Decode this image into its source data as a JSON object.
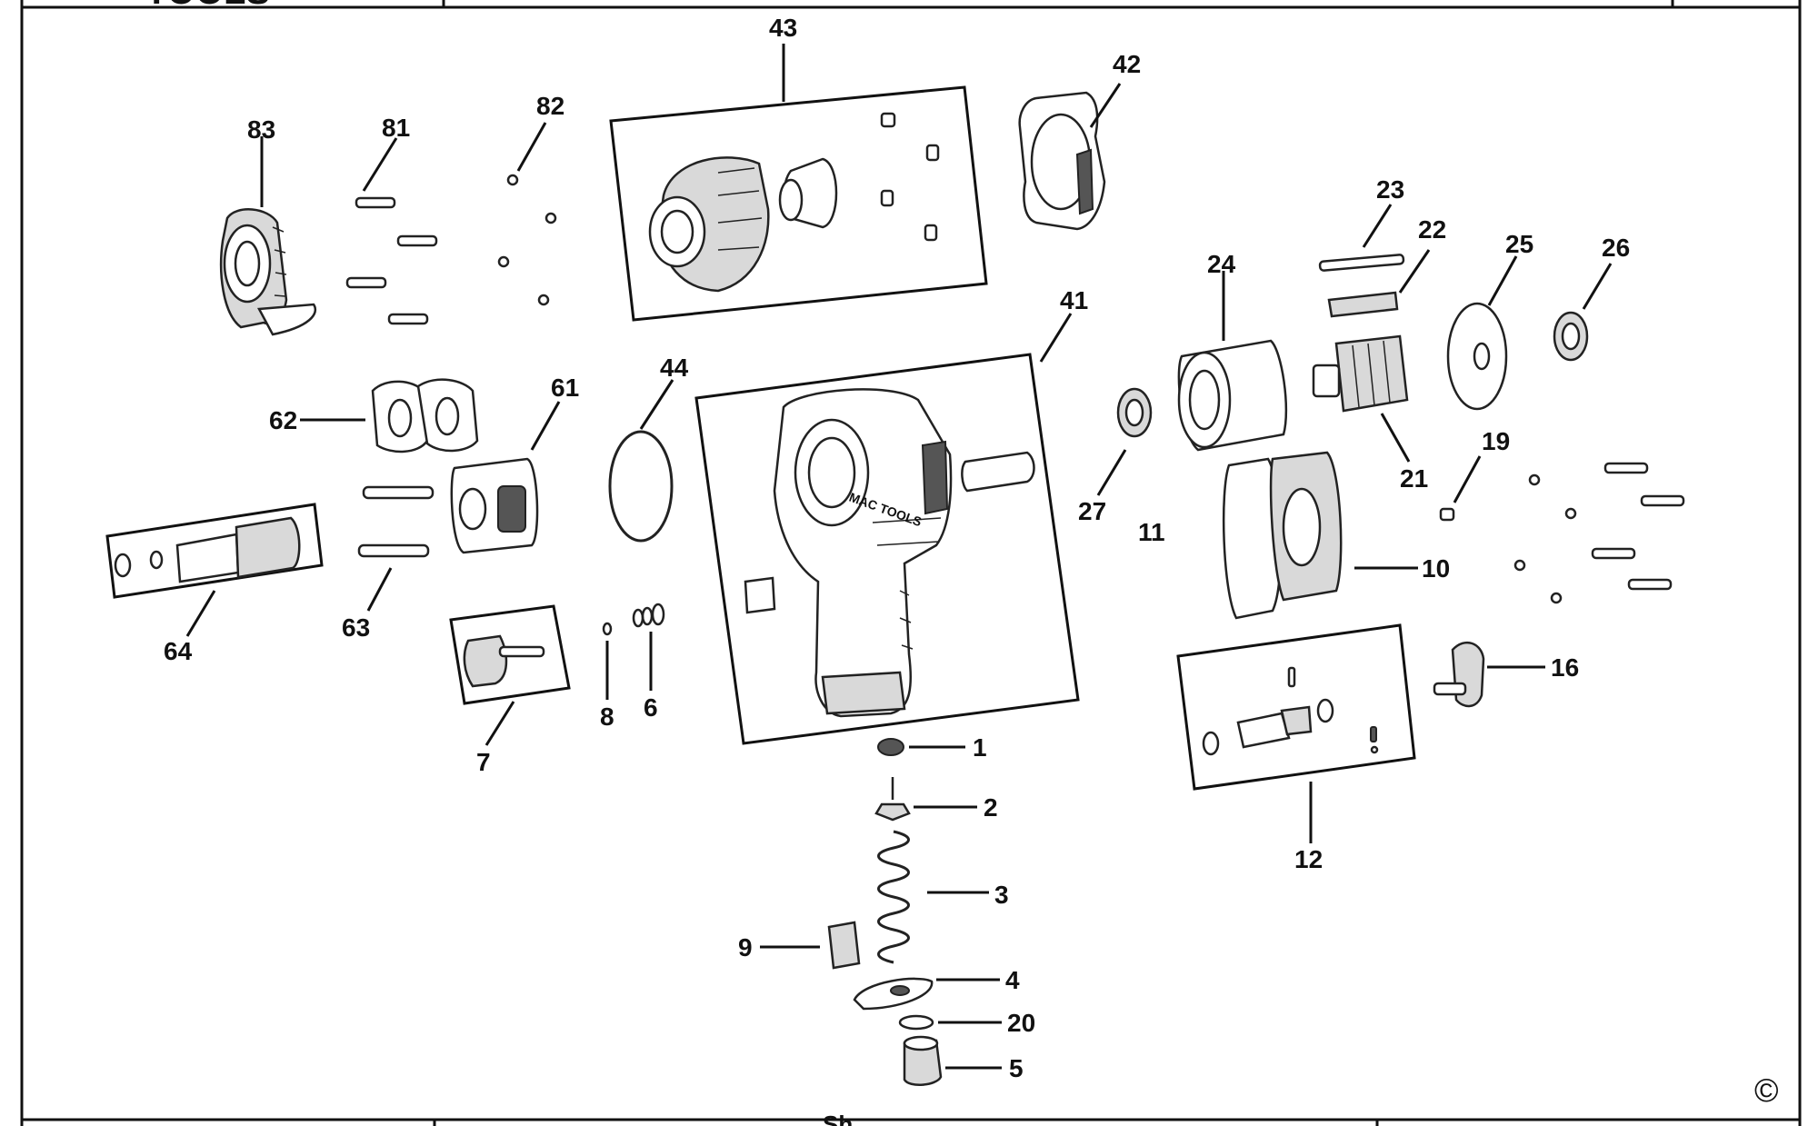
{
  "diagram": {
    "header_logo_fragment": "TOOLS",
    "footer_fragment": "Sh...",
    "copyright_symbol": "©",
    "callouts": {
      "c43": "43",
      "c42": "42",
      "c83": "83",
      "c81": "81",
      "c82": "82",
      "c41": "41",
      "c44": "44",
      "c62": "62",
      "c61": "61",
      "c64": "64",
      "c63": "63",
      "c7": "7",
      "c8": "8",
      "c6": "6",
      "c1": "1",
      "c2": "2",
      "c3": "3",
      "c9": "9",
      "c4": "4",
      "c20": "20",
      "c5": "5",
      "c23": "23",
      "c22": "22",
      "c24": "24",
      "c25": "25",
      "c26": "26",
      "c27": "27",
      "c11": "11",
      "c21": "21",
      "c19": "19",
      "c10": "10",
      "c16": "16",
      "c12": "12"
    },
    "brand_mark": "MAC TOOLS"
  }
}
